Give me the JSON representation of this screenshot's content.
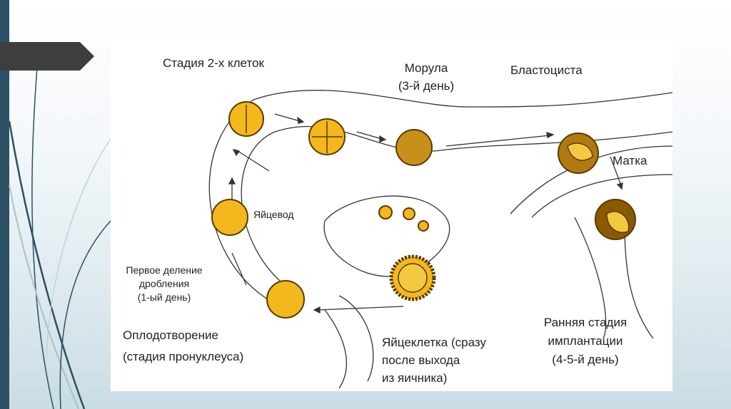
{
  "slide": {
    "figure": {
      "labels": {
        "two_cell_stage": "Стадия 2-х клеток",
        "morula": "Морула",
        "morula_day": "(3-й день)",
        "blastocyst": "Бластоциста",
        "uterus": "Матка",
        "oviduct": "Яйцевод",
        "first_division_1": "Первое деление",
        "first_division_2": "дробления",
        "first_division_3": "(1-ый день)",
        "fertilization_1": "Оплодотворение",
        "fertilization_2": "(стадия пронуклеуса)",
        "egg_1": "Яйцеклетка (сразу",
        "egg_2": "после выхода",
        "egg_3": "из яичника)",
        "implantation_1": "Ранняя стадия",
        "implantation_2": "имплантации",
        "implantation_3": "(4-5-й день)"
      }
    },
    "colors": {
      "accent": "#2c5064",
      "cell": "#f2b81c",
      "cell_dark": "#8a5a00",
      "tag": "#3e3e3e"
    }
  }
}
